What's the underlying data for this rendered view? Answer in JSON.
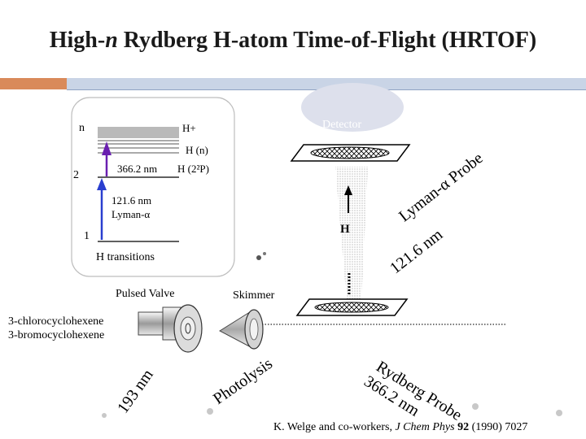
{
  "title": {
    "main": "High-",
    "italic_n": "n",
    "rest": " Rydberg H-atom Time-of-Flight (HRTOF)"
  },
  "energy_levels": {
    "n_label": "n",
    "h_plus": "H+",
    "h_n": "H (n)",
    "level_2": "2",
    "wl_366": "366.2 nm",
    "h_2p": "H (2²P)",
    "wl_121": "121.6 nm",
    "lyman": "Lyman-α",
    "level_1": "1",
    "caption": "H transitions"
  },
  "apparatus": {
    "detector": "Detector",
    "h_label": "H",
    "lyman_probe_line1": "Lyman-α Probe",
    "lyman_probe_line2": "121.6 nm",
    "pulsed_valve": "Pulsed Valve",
    "skimmer": "Skimmer",
    "sample_1": "3-chlorocyclohexene",
    "sample_2": "3-bromocyclohexene",
    "photolysis": "Photolysis",
    "photolysis_wl": "193 nm",
    "rydberg_line1": "Rydberg Probe",
    "rydberg_line2": "366.2 nm"
  },
  "citation": {
    "authors": "K. Welge and co-workers, ",
    "journal": "J Chem Phys",
    "volume": "92",
    "rest": " (1990) 7027"
  },
  "colors": {
    "arrow_purple": "#6a1fb0",
    "arrow_blue": "#2a3fcf",
    "detector_fill": "#dde0ec",
    "title": "#1a1a1a"
  }
}
